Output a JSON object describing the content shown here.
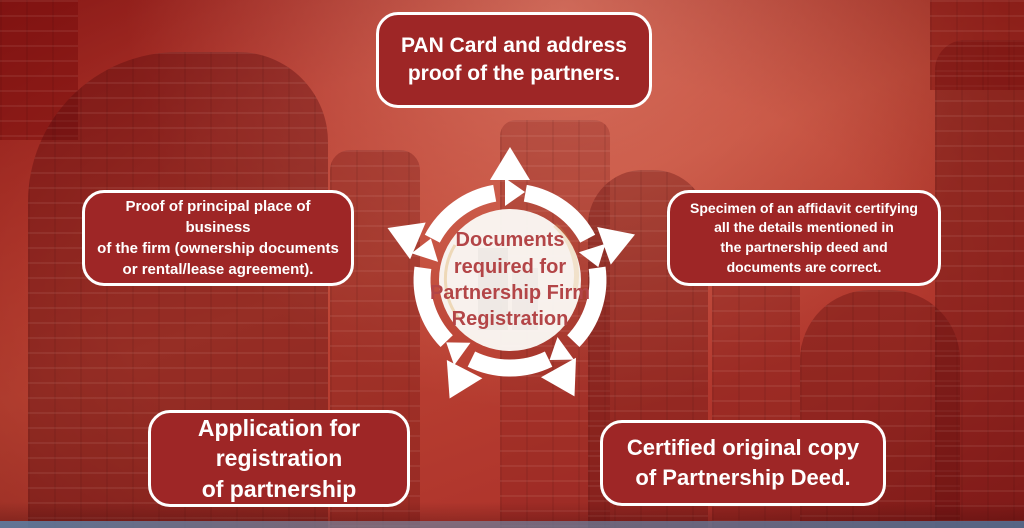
{
  "diagram": {
    "center": {
      "title": "Documents\nrequired for\nPartnership Firm\nRegistration"
    },
    "nodes": {
      "top": {
        "text": "PAN Card and address\nproof of the partners."
      },
      "left": {
        "text": "Proof of principal place of business\nof the firm (ownership documents\nor rental/lease agreement)."
      },
      "right": {
        "text": "Specimen of an affidavit certifying\nall the details mentioned in\nthe partnership deed and\ndocuments are correct."
      },
      "bottom_left": {
        "text": "Application for\nregistration\nof partnership"
      },
      "bottom_right": {
        "text": "Certified original copy\nof Partnership Deed."
      }
    },
    "colors": {
      "background": "#b03028",
      "box_fill": "#9e2626",
      "box_border": "#ffffff",
      "center_text": "#b34547",
      "arrow": "#ffffff"
    }
  }
}
